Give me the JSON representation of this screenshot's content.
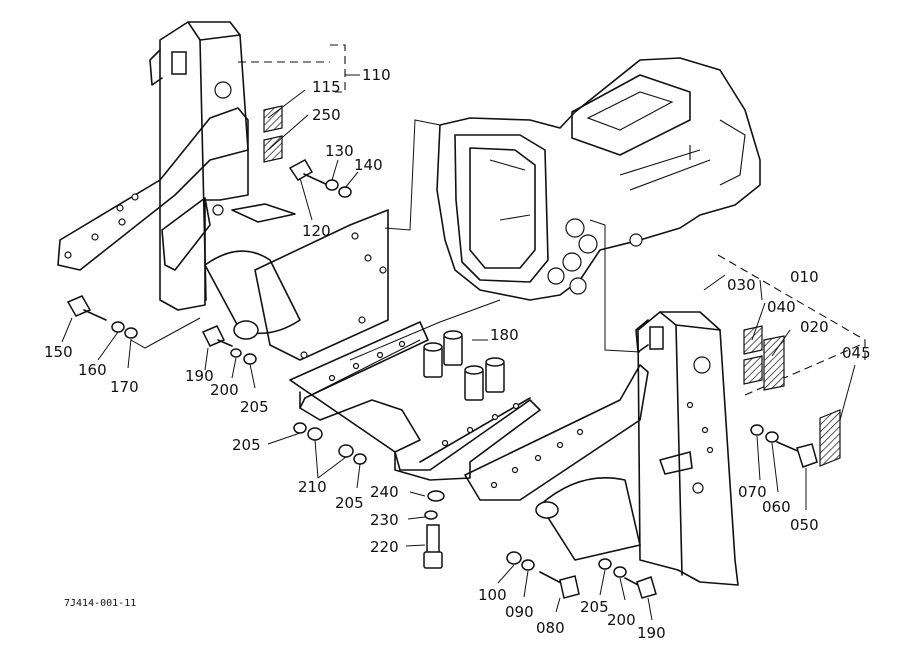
{
  "drawing_code": "7J414-001-11",
  "callouts": {
    "c110": "110",
    "c115": "115",
    "c250": "250",
    "c130": "130",
    "c140": "140",
    "c120": "120",
    "c150": "150",
    "c160": "160",
    "c170": "170",
    "c180": "180",
    "c190a": "190",
    "c200a": "200",
    "c205a": "205",
    "c205b": "205",
    "c210": "210",
    "c205c": "205",
    "c240": "240",
    "c230": "230",
    "c220": "220",
    "c010": "010",
    "c030": "030",
    "c040": "040",
    "c020": "020",
    "c045": "045",
    "c070": "070",
    "c060": "060",
    "c050": "050",
    "c100": "100",
    "c090": "090",
    "c080": "080",
    "c205d": "205",
    "c200b": "200",
    "c190b": "190"
  }
}
